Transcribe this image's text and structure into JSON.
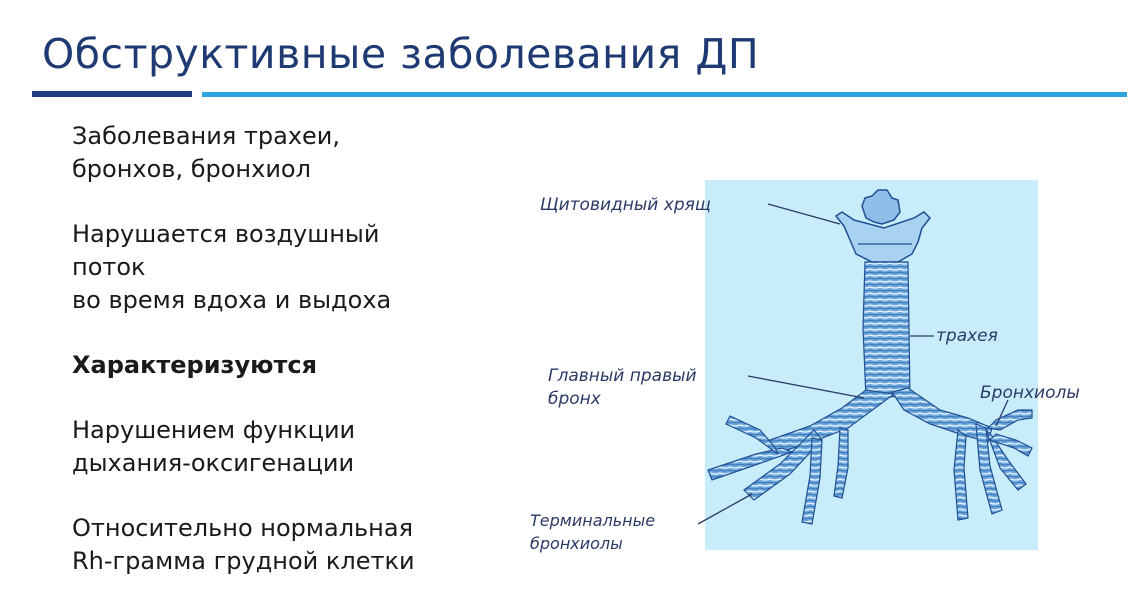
{
  "slide": {
    "title": "Обструктивные заболевания ДП",
    "paragraphs": [
      [
        "Заболевания трахеи,",
        "бронхов, бронхиол"
      ],
      [
        "Нарушается воздушный",
        "поток",
        "во время вдоха и выдоха"
      ],
      [
        "Характеризуются"
      ],
      [
        "Нарушением функции",
        "дыхания-оксигенации"
      ],
      [
        "Относительно нормальная",
        "Rh-грамма грудной клетки"
      ]
    ]
  },
  "figure": {
    "labels": {
      "thyroid_cartilage": "Щитовидный хрящ",
      "trachea": "трахея",
      "main_right_bronchus": [
        "Главный правый",
        "бронх"
      ],
      "bronchioles": "Бронхиолы",
      "terminal_bronchioles": [
        "Терминальные",
        "бронхиолы"
      ]
    },
    "colors": {
      "panel": "#c8ecf9",
      "tissue": "#6ea9dd",
      "tissue_light": "#a9d2f1",
      "outline": "#1e4f94",
      "label": "#2b3a66"
    }
  }
}
